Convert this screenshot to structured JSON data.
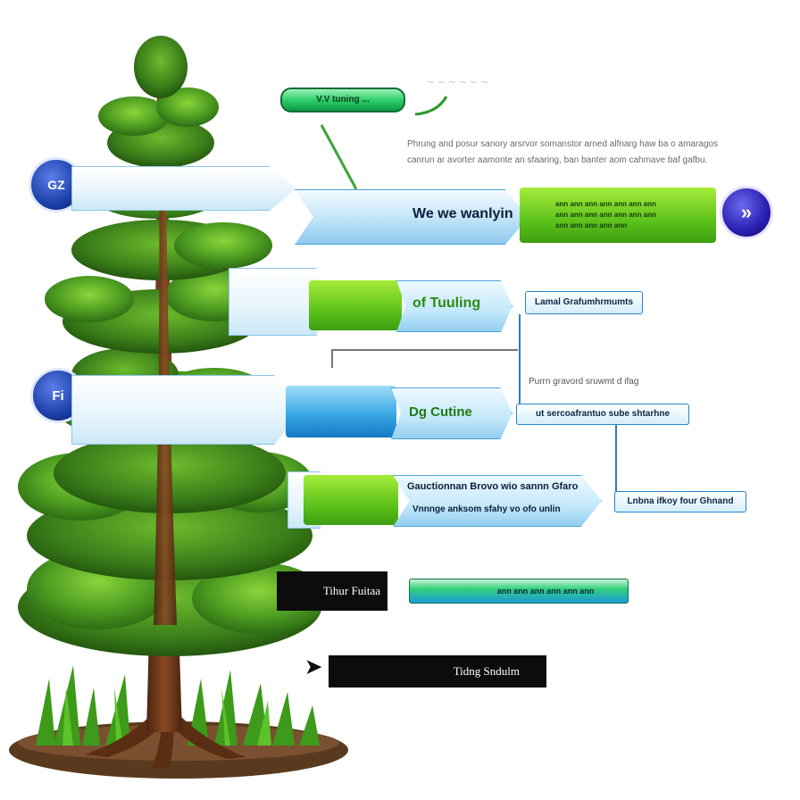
{
  "header": {
    "top_label": "V.V tuning ...",
    "faint_title": "~ ~ ~ ~ ~ ~",
    "desc_line_1": "Phrung and posur sanory arsrvor somanstor arned alfnarg haw ba o amaragos",
    "desc_line_2": "canrun ar avorter aamonte an sfaaring, ban banter aom cahmave baf gafbu."
  },
  "row1": {
    "main_label": "We we wanlyin",
    "green_line_1": "ann ann ann ann ann ann ann",
    "green_line_2": "ann ann ann ann ann ann ann",
    "green_line_3": "ann ann ann ann ann",
    "left_badge": "GZ",
    "right_badge": "»"
  },
  "row2": {
    "main_label": "of Tuuling",
    "side_label": "Lamal Grafumhrmumts"
  },
  "mid_caption": "Purrn gravord sruwmt d ifag",
  "row3": {
    "main_label": "Dg Cutine",
    "side_label": "ut sercoafrantuo sube shtarhne",
    "left_badge": "Fi"
  },
  "row4": {
    "line_1": "Gauctionnan Brovo wio sannn Gfaro",
    "line_2": "Vnnnge anksom sfahy vo ofo unlin"
  },
  "right_branch_label": "Lnbna ifkoy four Ghnand",
  "row5": {
    "dark_label": "Tihur Fuitaa",
    "bar_label": "ann ann ann ann ann ann"
  },
  "row6": {
    "dark_label": "Tidng Sndulm"
  },
  "colors": {
    "tree_foliage": "#3f8f1c",
    "trunk": "#6b3a1c",
    "accent_green": "#5dc21a",
    "accent_blue": "#1e8fd6",
    "badge_navy": "#1d3fa8",
    "dark_bar": "#0c0c0c"
  },
  "icons": {
    "badge_1": "document-icon",
    "badge_2": "chart-icon",
    "badge_3": "forward-icon"
  }
}
